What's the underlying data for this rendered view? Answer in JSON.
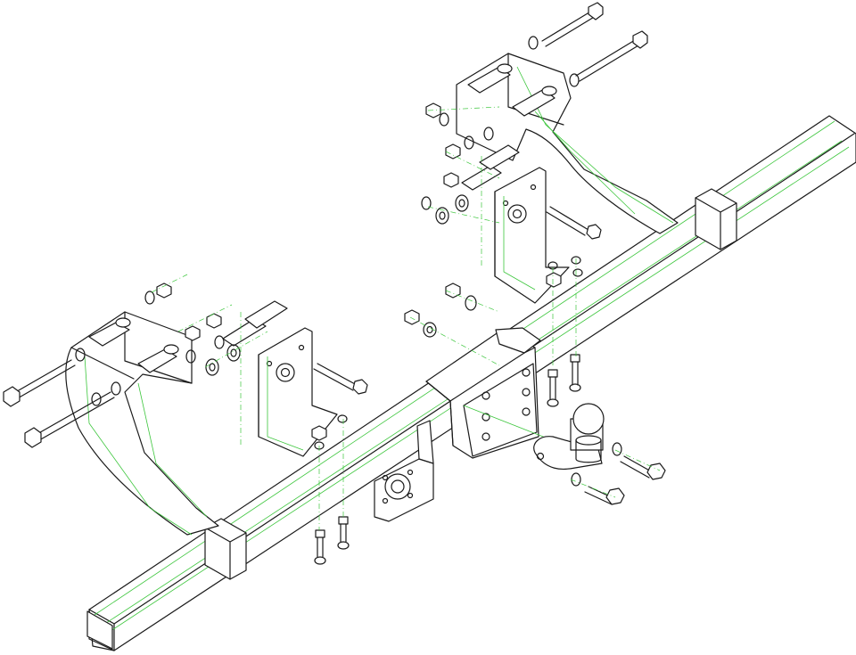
{
  "diagram": {
    "colors": {
      "outline": "#1a1a1a",
      "hidden_edge": "#3cc63c",
      "background": "#ffffff"
    },
    "parts": [
      "main-crossbar",
      "center-mount-plate",
      "tow-ball-neck",
      "socket-bracket",
      "left-rear-bracket",
      "left-front-bracket",
      "right-rear-bracket",
      "right-front-bracket",
      "hex-bolts",
      "hex-nuts",
      "washers"
    ]
  }
}
